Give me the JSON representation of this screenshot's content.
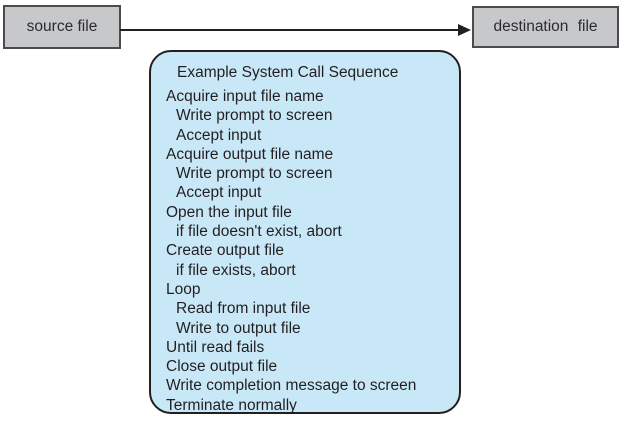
{
  "diagram": {
    "description": "Example system call sequence for copying a source file to a destination file",
    "source_box": {
      "label": "source file"
    },
    "destination_box": {
      "label": "destination file"
    },
    "arrow": {
      "direction": "right",
      "from": "source file",
      "to": "destination file"
    },
    "call_box": {
      "title": "Example System Call Sequence",
      "lines": [
        {
          "text": "Acquire input file name",
          "indent": 0
        },
        {
          "text": "Write prompt to screen",
          "indent": 1
        },
        {
          "text": "Accept input",
          "indent": 1
        },
        {
          "text": "Acquire output file name",
          "indent": 0
        },
        {
          "text": "Write prompt to screen",
          "indent": 1
        },
        {
          "text": "Accept input",
          "indent": 1
        },
        {
          "text": "Open the input file",
          "indent": 0
        },
        {
          "text": "if file doesn't exist, abort",
          "indent": 1
        },
        {
          "text": "Create output file",
          "indent": 0
        },
        {
          "text": "if file exists, abort",
          "indent": 1
        },
        {
          "text": "Loop",
          "indent": 0
        },
        {
          "text": "Read from input file",
          "indent": 1
        },
        {
          "text": "Write to output file",
          "indent": 1
        },
        {
          "text": "Until read fails",
          "indent": 0
        },
        {
          "text": "Close output file",
          "indent": 0
        },
        {
          "text": "Write completion message to screen",
          "indent": 0
        },
        {
          "text": "Terminate normally",
          "indent": 0
        }
      ]
    },
    "colors": {
      "box_gray": "#c7c8ca",
      "box_gray_border": "#4b4b4d",
      "call_box_blue": "#c9e8f7",
      "border_dark": "#231f20",
      "text": "#231f20",
      "background": "#ffffff"
    }
  }
}
